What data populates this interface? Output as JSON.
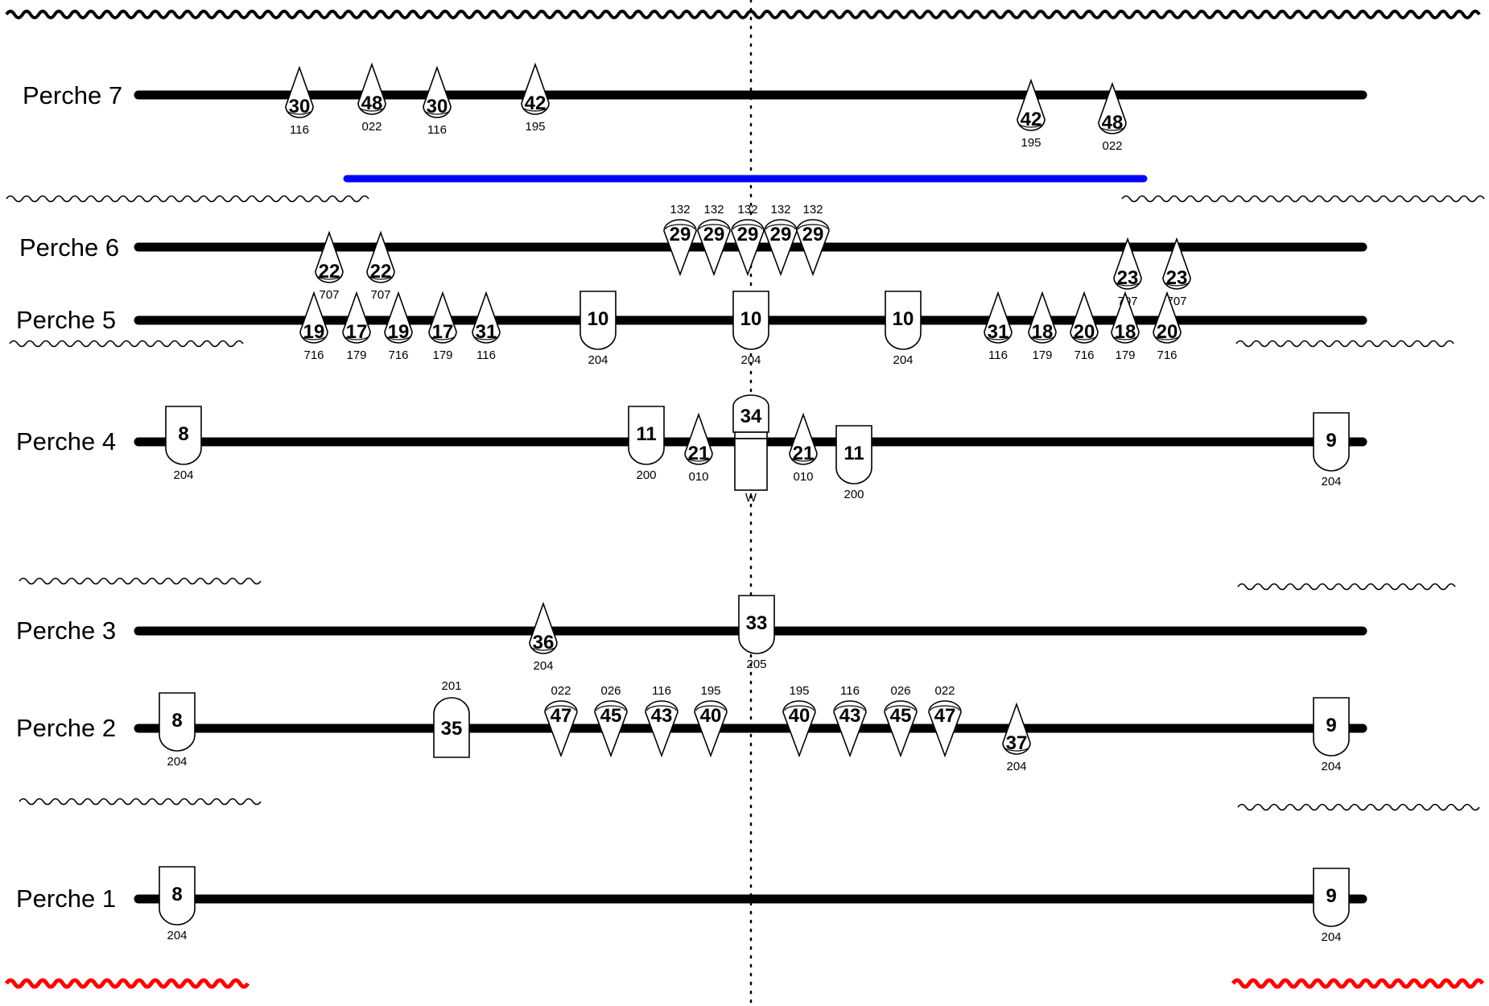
{
  "colors": {
    "bar": "#000000",
    "outline": "#000000",
    "highlight_bar": "#0000ff",
    "wave_black": "#000000",
    "wave_red": "#ff0000"
  },
  "perches": [
    {
      "id": "7",
      "label": "Perche 7"
    },
    {
      "id": "6",
      "label": "Perche 6"
    },
    {
      "id": "5",
      "label": "Perche 5"
    },
    {
      "id": "4",
      "label": "Perche 4"
    },
    {
      "id": "3",
      "label": "Perche 3"
    },
    {
      "id": "2",
      "label": "Perche 2"
    },
    {
      "id": "1",
      "label": "Perche 1"
    }
  ],
  "items": [
    {
      "perche": "7",
      "shape": "cone-up",
      "number": "30",
      "code": "116"
    },
    {
      "perche": "7",
      "shape": "cone-up",
      "number": "48",
      "code": "022"
    },
    {
      "perche": "7",
      "shape": "cone-up",
      "number": "30",
      "code": "116"
    },
    {
      "perche": "7",
      "shape": "cone-up",
      "number": "42",
      "code": "195"
    },
    {
      "perche": "7",
      "shape": "cone-up",
      "number": "42",
      "code": "195"
    },
    {
      "perche": "7",
      "shape": "cone-up",
      "number": "48",
      "code": "022"
    },
    {
      "perche": "6",
      "shape": "cone-up",
      "number": "22",
      "code": "707"
    },
    {
      "perche": "6",
      "shape": "cone-up",
      "number": "22",
      "code": "707"
    },
    {
      "perche": "6",
      "shape": "cone-down",
      "number": "29",
      "code": "132"
    },
    {
      "perche": "6",
      "shape": "cone-down",
      "number": "29",
      "code": "132"
    },
    {
      "perche": "6",
      "shape": "cone-down",
      "number": "29",
      "code": "132"
    },
    {
      "perche": "6",
      "shape": "cone-down",
      "number": "29",
      "code": "132"
    },
    {
      "perche": "6",
      "shape": "cone-down",
      "number": "29",
      "code": "132"
    },
    {
      "perche": "6",
      "shape": "cone-up",
      "number": "23",
      "code": "707"
    },
    {
      "perche": "6",
      "shape": "cone-up",
      "number": "23",
      "code": "707"
    },
    {
      "perche": "5",
      "shape": "cone-up",
      "number": "19",
      "code": "716"
    },
    {
      "perche": "5",
      "shape": "cone-up",
      "number": "17",
      "code": "179"
    },
    {
      "perche": "5",
      "shape": "cone-up",
      "number": "19",
      "code": "716"
    },
    {
      "perche": "5",
      "shape": "cone-up",
      "number": "17",
      "code": "179"
    },
    {
      "perche": "5",
      "shape": "cone-up",
      "number": "31",
      "code": "116"
    },
    {
      "perche": "5",
      "shape": "drop",
      "number": "10",
      "code": "204"
    },
    {
      "perche": "5",
      "shape": "drop",
      "number": "10",
      "code": "204"
    },
    {
      "perche": "5",
      "shape": "drop",
      "number": "10",
      "code": "204"
    },
    {
      "perche": "5",
      "shape": "cone-up",
      "number": "31",
      "code": "116"
    },
    {
      "perche": "5",
      "shape": "cone-up",
      "number": "18",
      "code": "179"
    },
    {
      "perche": "5",
      "shape": "cone-up",
      "number": "20",
      "code": "716"
    },
    {
      "perche": "5",
      "shape": "cone-up",
      "number": "18",
      "code": "179"
    },
    {
      "perche": "5",
      "shape": "cone-up",
      "number": "20",
      "code": "716"
    },
    {
      "perche": "4",
      "shape": "drop",
      "number": "8",
      "code": "204"
    },
    {
      "perche": "4",
      "shape": "drop",
      "number": "11",
      "code": "200"
    },
    {
      "perche": "4",
      "shape": "cone-up",
      "number": "21",
      "code": "010"
    },
    {
      "perche": "4",
      "shape": "tall",
      "number": "34",
      "code": "W"
    },
    {
      "perche": "4",
      "shape": "cone-up",
      "number": "21",
      "code": "010"
    },
    {
      "perche": "4",
      "shape": "drop",
      "number": "11",
      "code": "200"
    },
    {
      "perche": "4",
      "shape": "drop",
      "number": "9",
      "code": "204"
    },
    {
      "perche": "3",
      "shape": "cone-up",
      "number": "36",
      "code": "204"
    },
    {
      "perche": "3",
      "shape": "drop",
      "number": "33",
      "code": "205"
    },
    {
      "perche": "2",
      "shape": "drop",
      "number": "8",
      "code": "204"
    },
    {
      "perche": "2",
      "shape": "dome",
      "number": "35",
      "code": "201"
    },
    {
      "perche": "2",
      "shape": "cone-down",
      "number": "47",
      "code": "022"
    },
    {
      "perche": "2",
      "shape": "cone-down",
      "number": "45",
      "code": "026"
    },
    {
      "perche": "2",
      "shape": "cone-down",
      "number": "43",
      "code": "116"
    },
    {
      "perche": "2",
      "shape": "cone-down",
      "number": "40",
      "code": "195"
    },
    {
      "perche": "2",
      "shape": "cone-down",
      "number": "40",
      "code": "195"
    },
    {
      "perche": "2",
      "shape": "cone-down",
      "number": "43",
      "code": "116"
    },
    {
      "perche": "2",
      "shape": "cone-down",
      "number": "45",
      "code": "026"
    },
    {
      "perche": "2",
      "shape": "cone-down",
      "number": "47",
      "code": "022"
    },
    {
      "perche": "2",
      "shape": "cone-up",
      "number": "37",
      "code": "204"
    },
    {
      "perche": "2",
      "shape": "drop",
      "number": "9",
      "code": "204"
    },
    {
      "perche": "1",
      "shape": "drop",
      "number": "8",
      "code": "204"
    },
    {
      "perche": "1",
      "shape": "drop",
      "number": "9",
      "code": "204"
    }
  ]
}
